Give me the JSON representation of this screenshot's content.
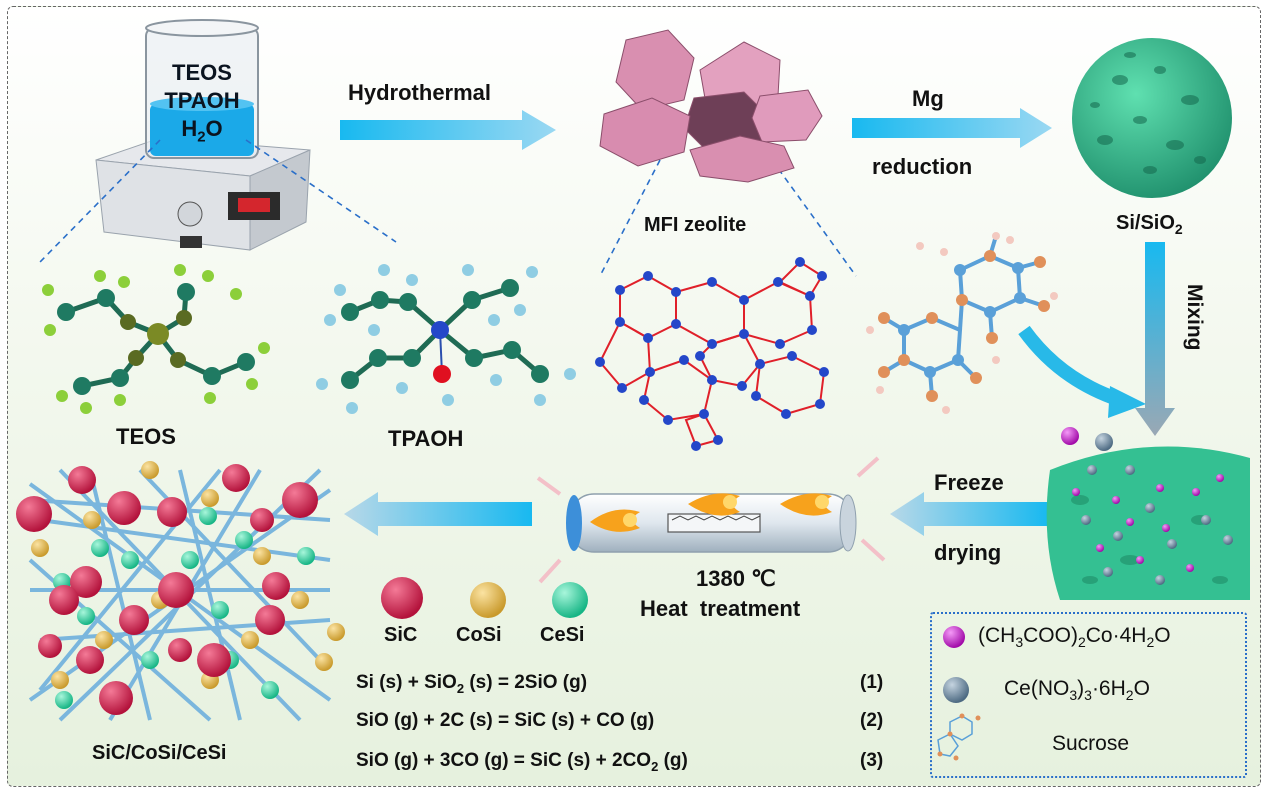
{
  "beaker": {
    "line1": "TEOS",
    "line2": "TPAOH",
    "line3_main": "H",
    "line3_sub": "2",
    "line3_end": "O"
  },
  "steps": {
    "hydrothermal": "Hydrothermal",
    "mg": "Mg",
    "reduction": "reduction",
    "mixing": "Mixing",
    "freeze": "Freeze",
    "drying": "drying",
    "temperature": "1380 ℃",
    "heat_treatment": "Heat  treatment"
  },
  "labels": {
    "zeolite": "MFI zeolite",
    "si_sio2_main": "Si/SiO",
    "si_sio2_sub": "2",
    "teos": "TEOS",
    "tpaoh": "TPAOH",
    "product": "SiC/CoSi/CeSi"
  },
  "phases": [
    {
      "name": "SiC",
      "color": "#d1264f"
    },
    {
      "name": "CoSi",
      "color": "#e3bd5c"
    },
    {
      "name": "CeSi",
      "color": "#2fd6a6"
    }
  ],
  "equations": [
    {
      "parts": [
        "Si (s) + SiO",
        "2",
        " (s) = 2SiO (g)"
      ],
      "number": "(1)"
    },
    {
      "parts": [
        "SiO (g) + 2C (s) = SiC (s) + CO (g)"
      ],
      "number": "(2)"
    },
    {
      "parts": [
        "SiO (g) + 3CO (g) = SiC (s) + 2CO",
        "2",
        " (g)"
      ],
      "number": "(3)"
    }
  ],
  "legend": {
    "cobalt": {
      "a": "(CH",
      "b": "3",
      "c": "COO)",
      "d": "2",
      "e": "Co·4H",
      "f": "2",
      "g": "O",
      "color": "#c21fc9"
    },
    "cerium": {
      "a": "Ce(NO",
      "b": "3",
      "c": ")",
      "d": "3",
      "e": "·6H",
      "f": "2",
      "g": "O",
      "color": "#6d8aa3"
    },
    "sucrose": "Sucrose"
  }
}
